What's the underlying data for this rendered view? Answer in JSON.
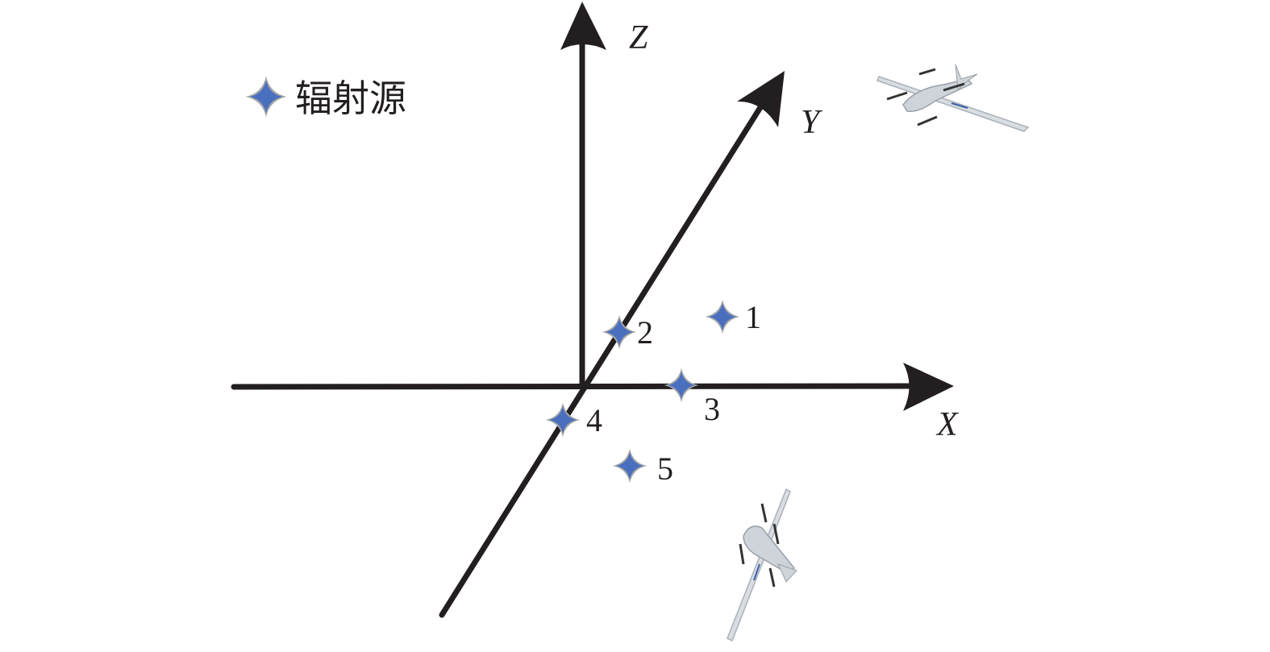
{
  "axes": {
    "x_label": "X",
    "y_label": "Y",
    "z_label": "Z"
  },
  "legend": {
    "label": "辐射源",
    "icon": "four-point-star-icon",
    "star_fill": "#4a6fbf",
    "star_stroke": "#a6a6a6"
  },
  "sources": [
    {
      "label": "1"
    },
    {
      "label": "2"
    },
    {
      "label": "3"
    },
    {
      "label": "4"
    },
    {
      "label": "5"
    }
  ],
  "colors": {
    "axis": "#231f20",
    "drone": "#d9dde2"
  }
}
